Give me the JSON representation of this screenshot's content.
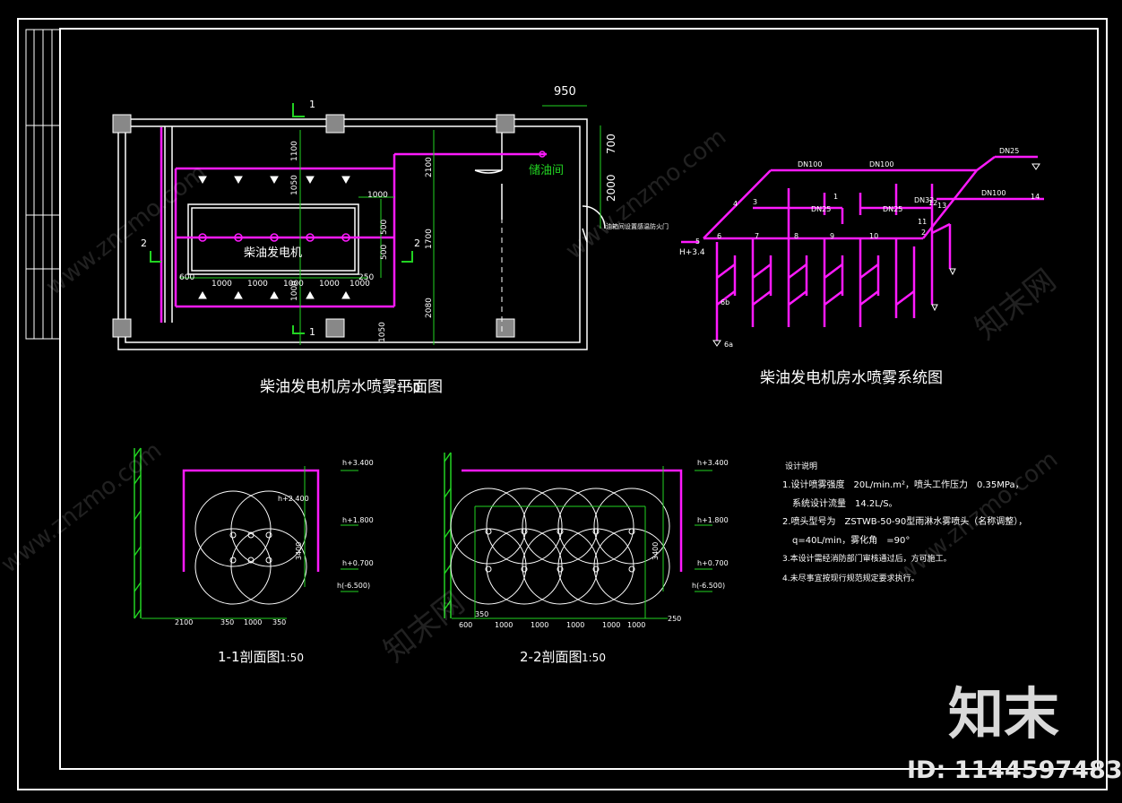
{
  "plan": {
    "title": "柴油发电机房水喷雾平面图",
    "scale": "1:50",
    "room_label": "柴油发电机",
    "oil_room_label": "储油间",
    "section_mark_1": "1",
    "section_mark_2": "2",
    "dim_950": "950",
    "dim_700": "700",
    "dim_2000": "2000",
    "dim_1100": "1100",
    "dim_1050a": "1050",
    "dim_1050b": "1050",
    "dim_1000a": "1000",
    "dim_2100": "2100",
    "dim_1700": "1700",
    "dim_2080": "2080",
    "dim_500a": "500",
    "dim_500b": "500",
    "dim_250": "250",
    "dim_600": "600",
    "bottom_dims": [
      "1000",
      "1000",
      "1000",
      "1000",
      "1000"
    ],
    "note_small": "油箱间设置感温防火门"
  },
  "system": {
    "title": "柴油发电机房水喷雾系统图",
    "pipe_dn100": "DN100",
    "pipe_dn32": "DN32",
    "pipe_dn25": "DN25",
    "elev": "H+3.4",
    "nodes": [
      "1",
      "2",
      "3",
      "4",
      "5",
      "6",
      "7",
      "8",
      "9",
      "10",
      "11",
      "12",
      "13",
      "14",
      "6a",
      "6b"
    ]
  },
  "section1": {
    "title": "1-1剖面图",
    "scale": "1:50",
    "elev_top": "h+3.400",
    "elev_2400": "h+2.400",
    "elev_1800": "h+1.800",
    "elev_0700": "h+0.700",
    "elev_floor": "h(-6.500)",
    "dim_3400": "3400",
    "dims": [
      "2100",
      "350",
      "1000",
      "350"
    ]
  },
  "section2": {
    "title": "2-2剖面图",
    "scale": "1:50",
    "elev_top": "h+3.400",
    "elev_1800": "h+1.800",
    "elev_0700": "h+0.700",
    "elev_floor": "h(-6.500)",
    "dim_3400": "3400",
    "dim_350": "350",
    "dims": [
      "600",
      "1000",
      "1000",
      "1000",
      "1000",
      "1000"
    ],
    "dim_250": "250"
  },
  "notes": {
    "heading": "设计说明",
    "line1": "1.设计喷雾强度　20L/min.m²，喷头工作压力　0.35MPa，",
    "line1b": "系统设计流量　14.2L/S。",
    "line2": "2.喷头型号为　ZSTWB-50-90型雨淋水雾喷头（名称调整），",
    "line2b": "q=40L/min，雾化角　=90°",
    "line3": "3.本设计需经消防部门审核通过后，方可施工。",
    "line4": "4.未尽事宜按现行规范规定要求执行。"
  },
  "branding": {
    "logo": "知末",
    "id_text": "ID: 1144597483",
    "watermark": "www.znzmo.com",
    "watermark_cn": "知末网"
  },
  "colors": {
    "pipe": "#ff1aff",
    "dim": "#22d322",
    "line": "#ffffff",
    "bg": "#000000"
  }
}
